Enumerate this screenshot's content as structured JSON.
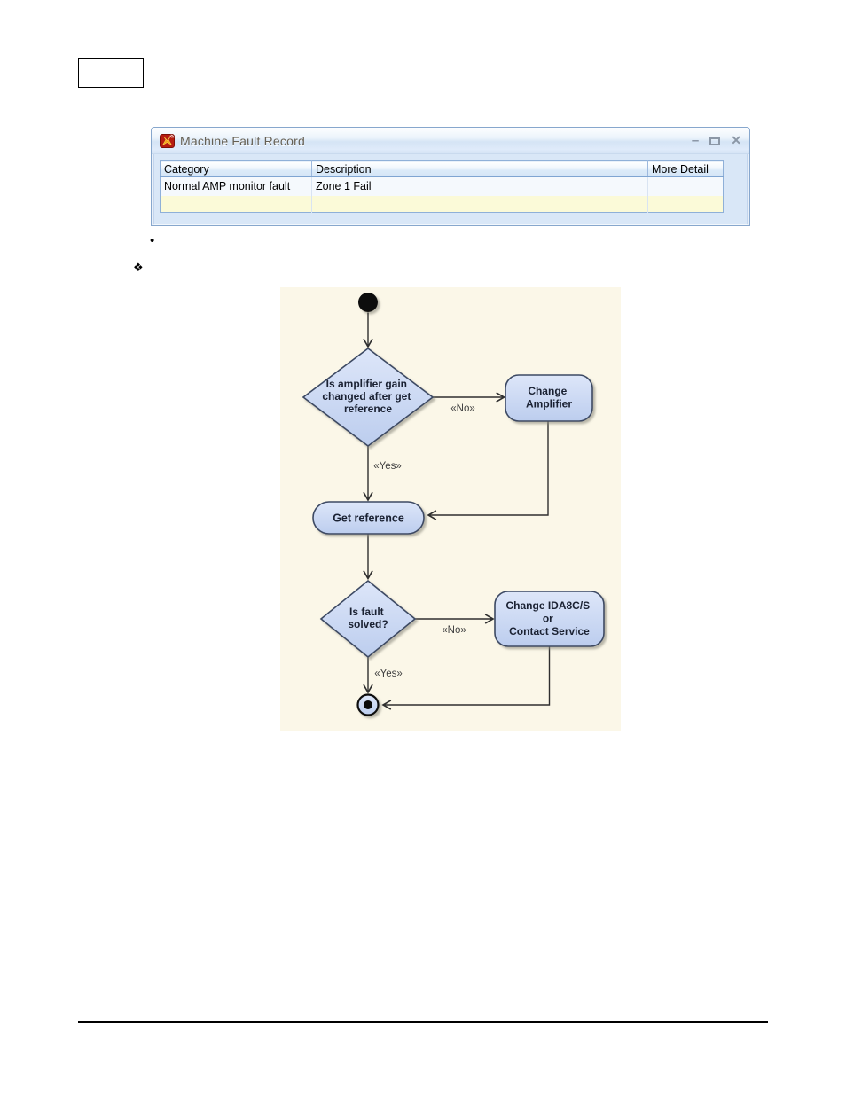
{
  "fault_window": {
    "title": "Machine Fault Record",
    "icon": "machine-fault-app-icon",
    "controls": {
      "minimize_glyph": "–",
      "close_glyph": "✕"
    },
    "table": {
      "columns": [
        "Category",
        "Description",
        "More Detail"
      ],
      "rows": [
        {
          "category": "Normal AMP monitor fault",
          "description": "Zone 1 Fail",
          "more_detail": ""
        },
        {
          "category": "",
          "description": "",
          "more_detail": ""
        }
      ]
    },
    "colors": {
      "frame": "#87a7cd",
      "body": "#d9e7f7",
      "selected_row": "#fbfad8",
      "header_gradient_bottom": "#d3e4f6"
    }
  },
  "list_markers": {
    "bullet": "•",
    "diamond": "❖"
  },
  "flowchart": {
    "type": "uml-activity-diagram",
    "background": "#FBF7E8",
    "node_fill": "#c7d5f2",
    "node_border": "#3c4a63",
    "line_color": "#2f2f2f",
    "decision1": {
      "lines": [
        "Is amplifier gain",
        "changed after get",
        "reference"
      ]
    },
    "action_change_amplifier": {
      "lines": [
        "Change",
        "Amplifier"
      ]
    },
    "action_get_reference": {
      "label": "Get reference"
    },
    "decision2": {
      "lines": [
        "Is fault",
        "solved?"
      ]
    },
    "action_change_service": {
      "lines": [
        "Change IDA8C/S",
        "or",
        "Contact Service"
      ]
    },
    "edge_labels": {
      "no1": "«No»",
      "yes1": "«Yes»",
      "no2": "«No»",
      "yes2": "«Yes»"
    }
  }
}
